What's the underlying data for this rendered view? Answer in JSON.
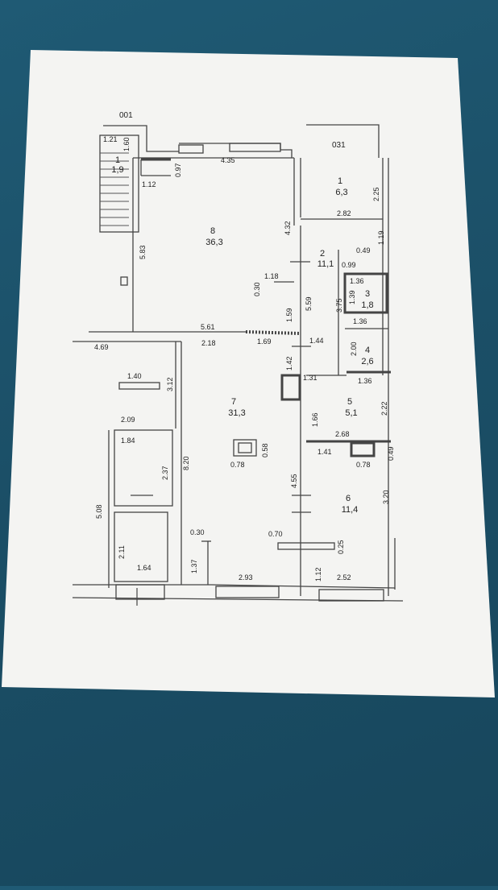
{
  "sheet_ids": {
    "left": "001",
    "right": "031"
  },
  "rooms": [
    {
      "id": "r1a",
      "number": "1",
      "area": "1,9"
    },
    {
      "id": "r1b",
      "number": "1",
      "area": "6,3"
    },
    {
      "id": "r2",
      "number": "2",
      "area": "11,1"
    },
    {
      "id": "r3",
      "number": "3",
      "area": "1,8"
    },
    {
      "id": "r4",
      "number": "4",
      "area": "2,6"
    },
    {
      "id": "r5",
      "number": "5",
      "area": "5,1"
    },
    {
      "id": "r6",
      "number": "6",
      "area": "11,4"
    },
    {
      "id": "r7",
      "number": "7",
      "area": "31,3"
    },
    {
      "id": "r8",
      "number": "8",
      "area": "36,3"
    }
  ],
  "dimensions": [
    "1.21",
    "1.60",
    "0.97",
    "1.12",
    "4.35",
    "5.83",
    "4.32",
    "0.30",
    "1.18",
    "1.59",
    "5.59",
    "5.61",
    "4.69",
    "2.18",
    "1.69",
    "1.44",
    "1.42",
    "1.31",
    "2.82",
    "2.25",
    "0.49",
    "1.19",
    "0.99",
    "1.36",
    "1.39",
    "3.75",
    "1.36",
    "2.00",
    "1.36",
    "2.22",
    "1.66",
    "2.68",
    "1.41",
    "0.78",
    "0.49",
    "1.40",
    "3.12",
    "2.09",
    "1.84",
    "2.37",
    "8.20",
    "0.78",
    "0.58",
    "4.55",
    "5.08",
    "2.11",
    "1.64",
    "0.30",
    "1.37",
    "2.93",
    "0.70",
    "0.25",
    "1.12",
    "2.52",
    "3.20"
  ]
}
